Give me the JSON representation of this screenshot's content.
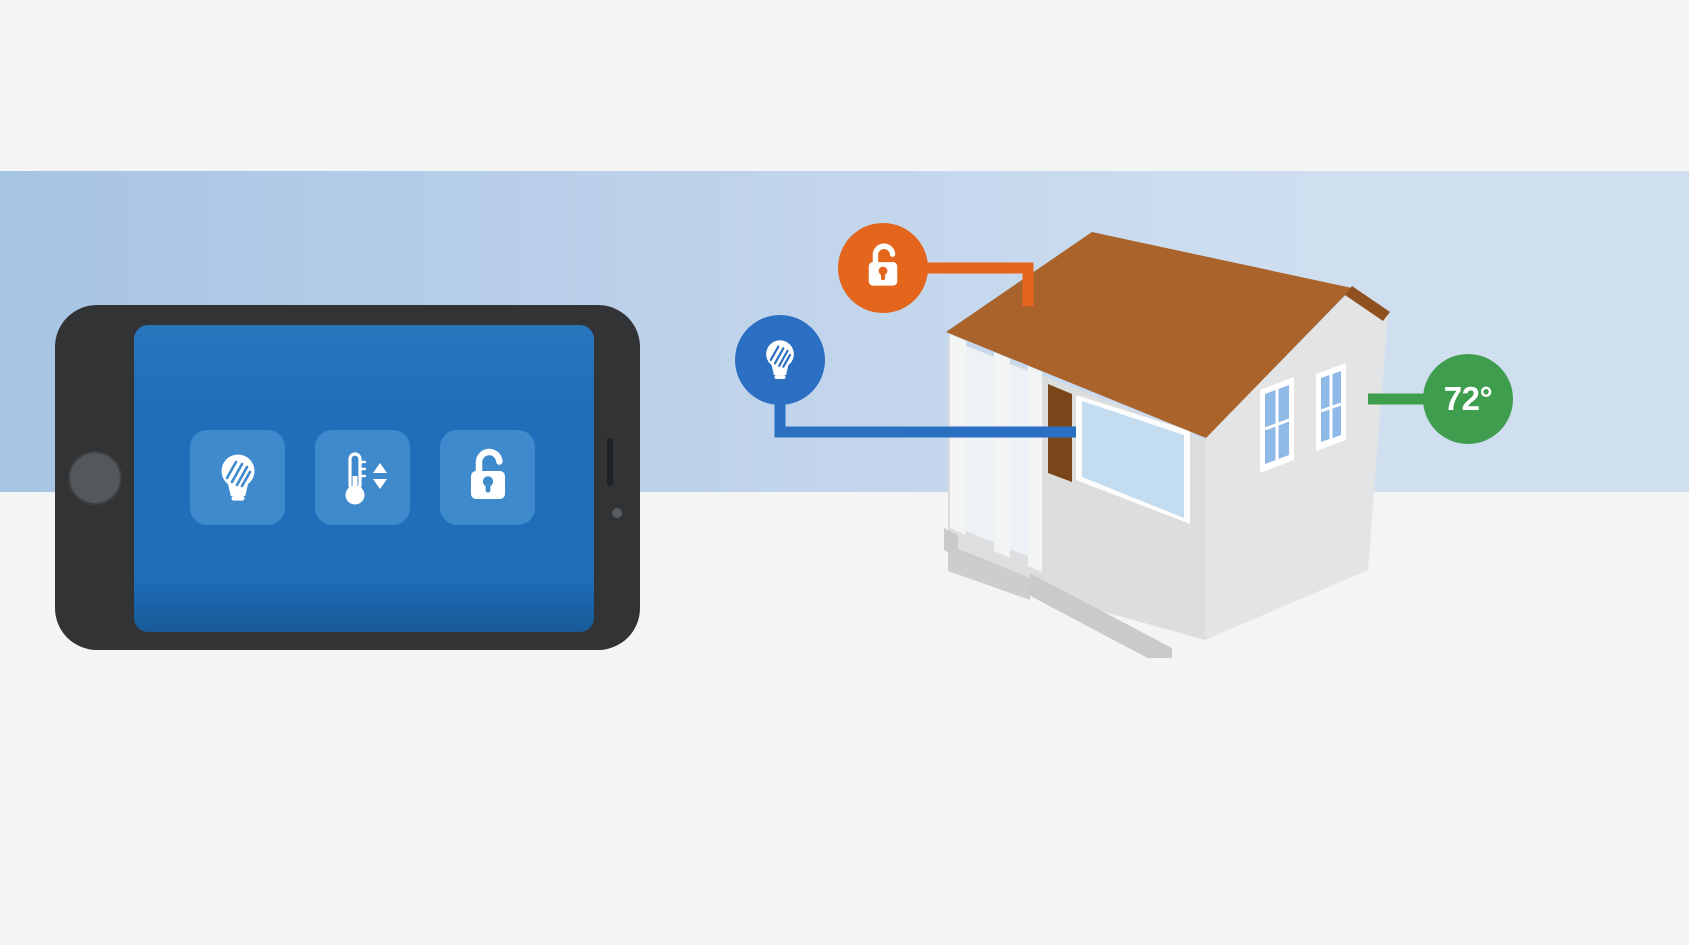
{
  "theme": {
    "background": "#f3f4f4",
    "band_start": "#a6c4e3",
    "band_mid": "#bdd1ea",
    "band_end": "#cfdff0",
    "phone_body": "#313335",
    "phone_screen": "#1e6eb9",
    "app_tile": "#3f89cd",
    "callout_lock": "#e4651c",
    "callout_light": "#2a6fc2",
    "callout_temp": "#3f9e4d",
    "roof": "#a9632b",
    "roof_edge": "#8f4f1f",
    "wall_front": "#dcdddd",
    "wall_side": "#e3e4e5",
    "window_glass": "#8fb9e6",
    "door": "#7a4518"
  },
  "phone": {
    "apps": [
      {
        "id": "lights",
        "icon": "lightbulb-icon"
      },
      {
        "id": "thermostat",
        "icon": "thermometer-icon"
      },
      {
        "id": "door-lock",
        "icon": "unlock-icon"
      }
    ]
  },
  "callouts": {
    "lock": {
      "icon": "unlock-icon",
      "color": "#e4651c"
    },
    "light": {
      "icon": "lightbulb-icon",
      "color": "#2a6fc2"
    },
    "temperature": {
      "label": "72°",
      "color": "#3f9e4d"
    }
  }
}
